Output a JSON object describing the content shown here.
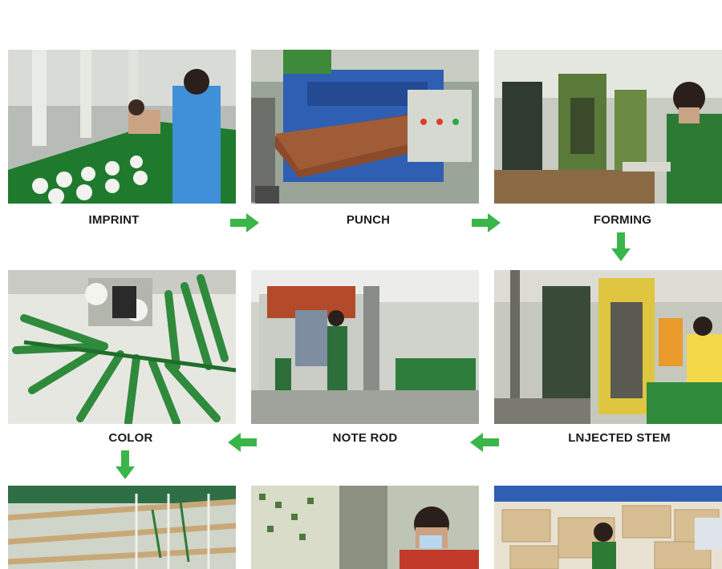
{
  "steps": {
    "imprint": "IMPRINT",
    "punch": "PUNCH",
    "forming": "FORMING",
    "injected_stem": "LNJECTED STEM",
    "note_rod": "NOTE ROD",
    "color": "COLOR"
  },
  "colors": {
    "arrow_green": "#39b54a",
    "label_text": "#1b1b1b"
  },
  "icons": {
    "arrow": "green-arrow-icon"
  }
}
